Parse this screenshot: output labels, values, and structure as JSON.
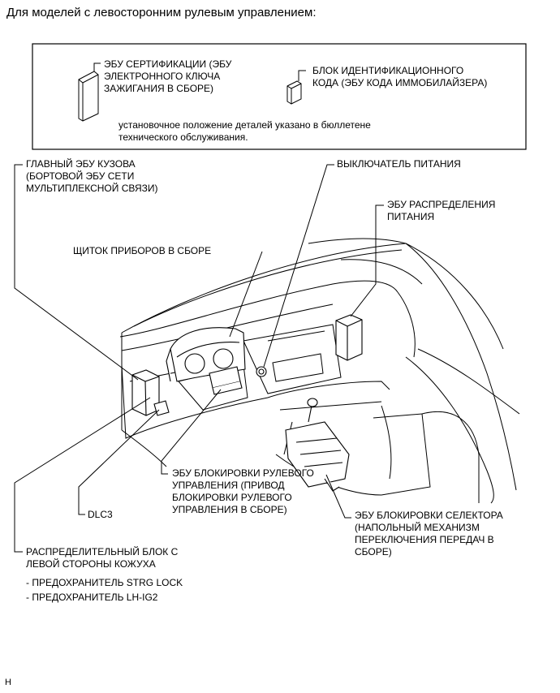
{
  "heading": "Для моделей с левосторонним рулевым управлением:",
  "legend": {
    "ecu_cert": [
      "ЭБУ СЕРТИФИКАЦИИ (ЭБУ",
      "ЭЛЕКТРОННОГО КЛЮЧА",
      "ЗАЖИГАНИЯ В СБОРЕ)"
    ],
    "id_block": [
      "БЛОК ИДЕНТИФИКАЦИОННОГО",
      "КОДА (ЭБУ КОДА ИММОБИЛАЙЗЕРА)"
    ],
    "note": [
      "установочное положение деталей указано в бюллетене",
      "технического обслуживания."
    ]
  },
  "labels": {
    "main_body_ecu": [
      "ГЛАВНЫЙ ЭБУ КУЗОВА",
      "(БОРТОВОЙ ЭБУ СЕТИ",
      "МУЛЬТИПЛЕКСНОЙ СВЯЗИ)"
    ],
    "power_switch": "ВЫКЛЮЧАТЕЛЬ ПИТАНИЯ",
    "power_dist_ecu": [
      "ЭБУ РАСПРЕДЕЛЕНИЯ",
      "ПИТАНИЯ"
    ],
    "instrument_panel": "ЩИТОК ПРИБОРОВ В СБОРЕ",
    "steering_lock_ecu": [
      "ЭБУ БЛОКИРОВКИ РУЛЕВОГО",
      "УПРАВЛЕНИЯ (ПРИВОД",
      "БЛОКИРОВКИ РУЛЕВОГО",
      "УПРАВЛЕНИЯ В СБОРЕ)"
    ],
    "dlc3": "DLC3",
    "shift_lock_ecu": [
      "ЭБУ БЛОКИРОВКИ СЕЛЕКТОРА",
      "(НАПОЛЬНЫЙ МЕХАНИЗМ",
      "ПЕРЕКЛЮЧЕНИЯ ПЕРЕДАЧ В",
      "СБОРЕ)"
    ],
    "junction_block": [
      "РАСПРЕДЕЛИТЕЛЬНЫЙ БЛОК С",
      "ЛЕВОЙ СТОРОНЫ КОЖУХА"
    ],
    "fuse_strg": "- ПРЕДОХРАНИТЕЛЬ STRG LOCK",
    "fuse_lhig2": "- ПРЕДОХРАНИТЕЛЬ LH-IG2"
  },
  "footer_code": "H"
}
